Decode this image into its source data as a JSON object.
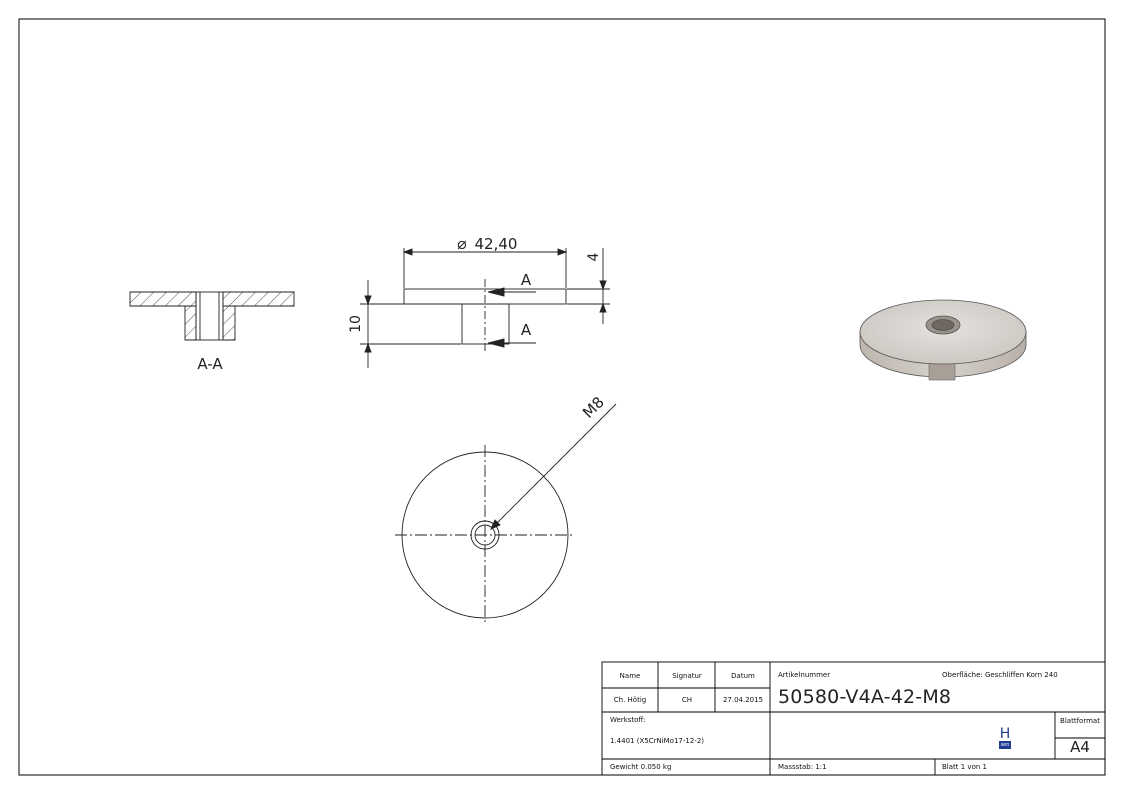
{
  "drawing": {
    "section_label": "A-A",
    "dimensions": {
      "diameter": "42,40",
      "thickness": "4",
      "height": "10",
      "thread": "M8"
    },
    "cut_labels": [
      "A",
      "A"
    ]
  },
  "title_block": {
    "headers": {
      "name": "Name",
      "signature": "Signatur",
      "date": "Datum"
    },
    "values": {
      "name": "Ch. Hötig",
      "signature": "CH",
      "date": "27.04.2015"
    },
    "article_label": "Artikelnummer",
    "article_number": "50580-V4A-42-M8",
    "surface": "Oberfläche:  Geschliffen Korn 240",
    "material_label": "Werkstoff:",
    "material": "1.4401 (X5CrNiMo17-12-2)",
    "sheet_format_label": "Blattformat",
    "sheet_format": "A4",
    "weight": "Gewicht 0.050 kg",
    "scale": "Massstab: 1:1",
    "sheet": "Blatt 1 von 1",
    "logo_letter": "H",
    "logo_sub": "sen"
  }
}
